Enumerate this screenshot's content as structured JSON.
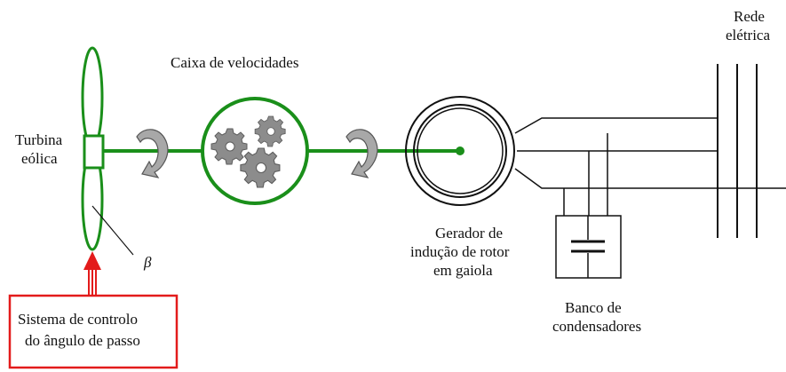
{
  "labels": {
    "turbine": [
      "Turbina",
      "eólica"
    ],
    "gearbox": "Caixa de velocidades",
    "generator": [
      "Gerador de",
      "indução de rotor",
      "em gaiola"
    ],
    "grid": [
      "Rede",
      "elétrica"
    ],
    "capacitors": [
      "Banco de",
      "condensadores"
    ],
    "pitch_control": [
      "Sistema de controlo",
      "do ângulo de passo"
    ],
    "beta": "β"
  },
  "colors": {
    "shaft_green": "#1a8f1a",
    "pitch_box_red": "#e31b1b",
    "gear_gray": "#8c8c8c",
    "arrow_gray": "#a8a8a8",
    "line_black": "#111111"
  },
  "icons": {
    "gears": "gears-icon",
    "rotation": "rotation-arrow-icon",
    "capacitor": "capacitor-icon",
    "pitch_arrow": "up-arrow-icon"
  }
}
